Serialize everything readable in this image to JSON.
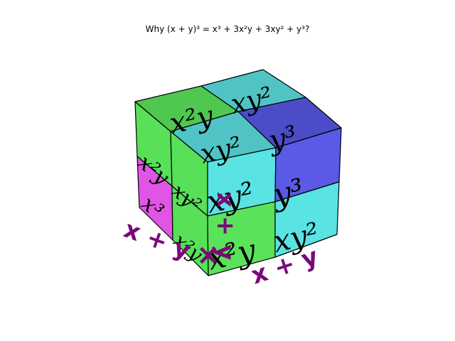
{
  "title": "Why (x + y)³ = x³ + 3x²y + 3xy² + y³?",
  "colors": {
    "x3": "#e055e6",
    "x2y_front": "#5ae35a",
    "x2y_top": "#50c850",
    "x2y_side": "#58e058",
    "xy2_front": "#5ae3e3",
    "xy2_top": "#50c4c4",
    "y3_side": "#5a5ae6",
    "y3_top": "#4c4cc8",
    "axis_label": "#7a0a7a"
  },
  "terms": {
    "x3": "x³",
    "x2y": "x²y",
    "xy2": "xy²",
    "y3": "y³"
  },
  "axis_labels": {
    "left": "x + y",
    "front": "x + y",
    "vertical": "x + y"
  },
  "operators": {
    "plus": "+",
    "times": "×"
  }
}
